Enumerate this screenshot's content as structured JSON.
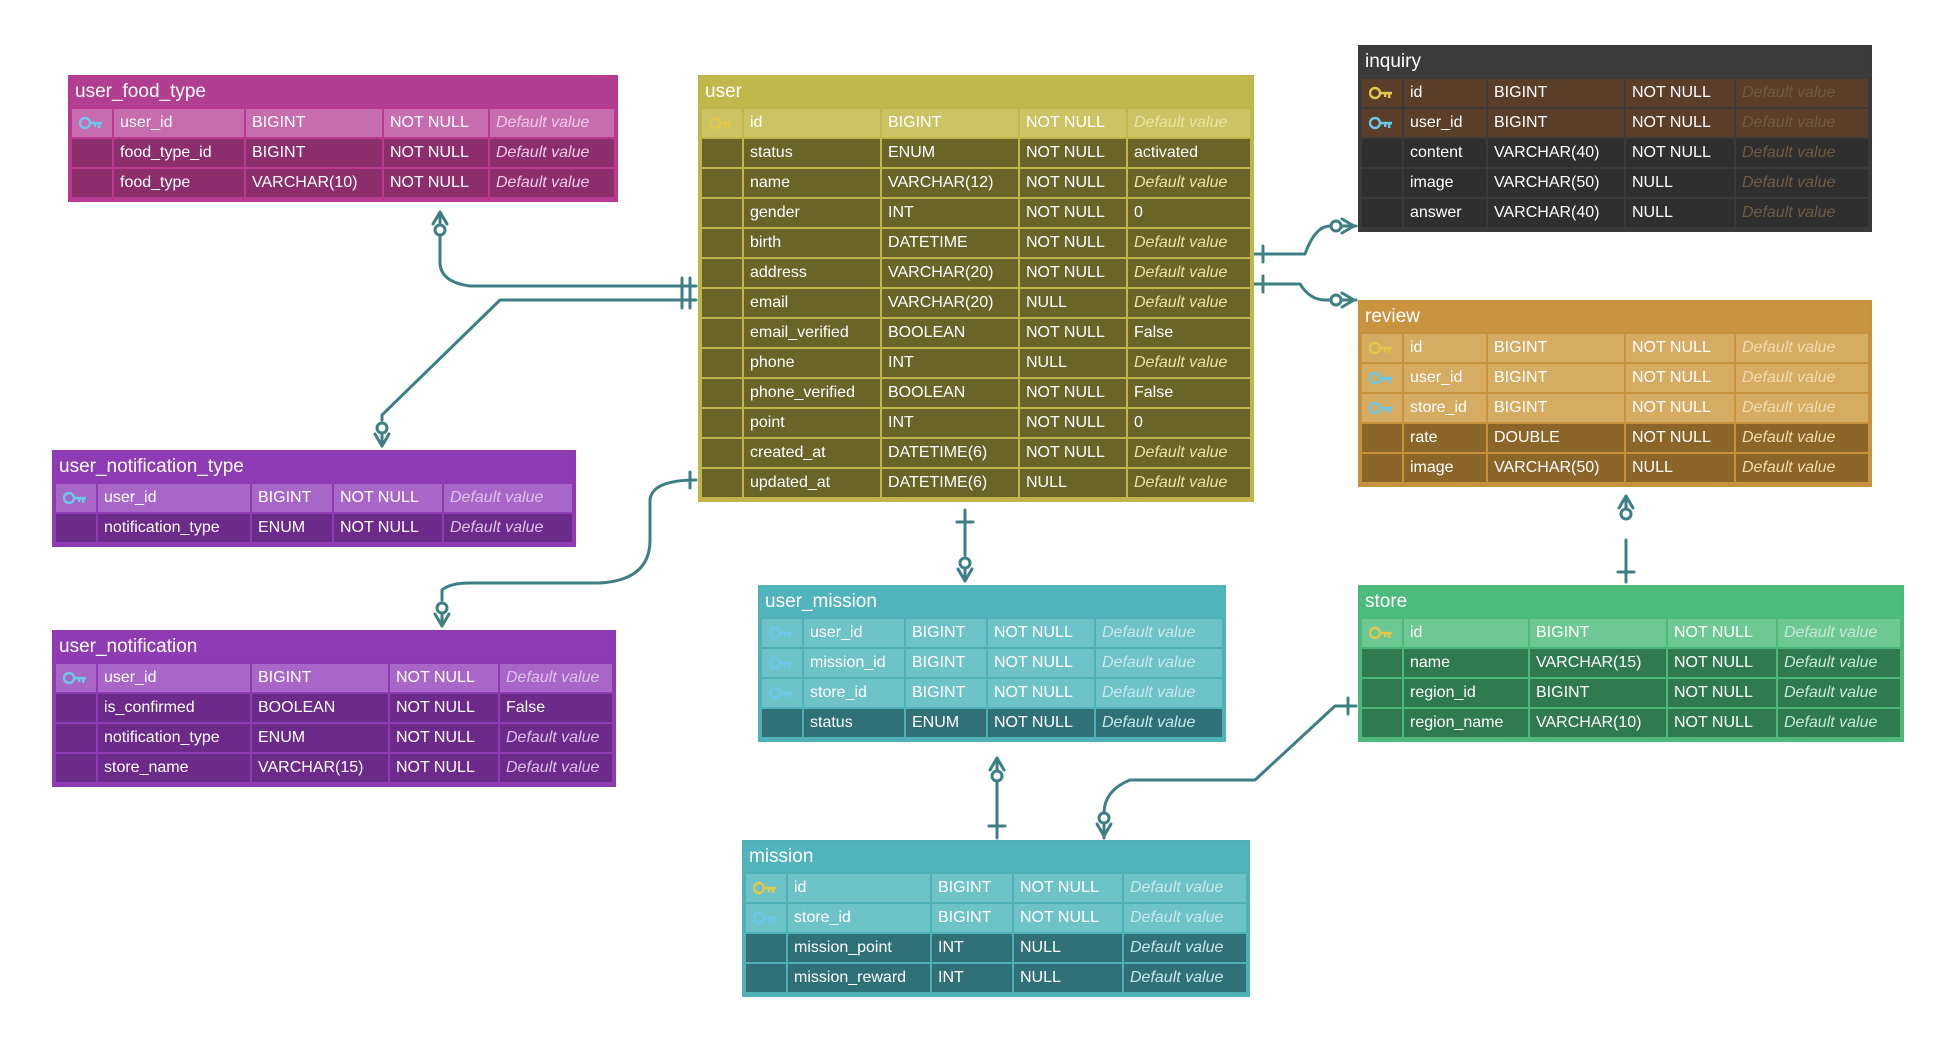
{
  "colors": {
    "user_food_type": {
      "accent": "#b8398f",
      "header": "#b23e91",
      "pk": "#c86cb0",
      "dark": "#8c2d6c",
      "ph": "#f1c9e6"
    },
    "user": {
      "accent": "#bfb54a",
      "header": "#c1b84c",
      "pk": "#ccc364",
      "dark": "#6a6428",
      "ph": "#e9e4a6"
    },
    "inquiry": {
      "accent": "#3a3a3a",
      "header": "#3b3b3b",
      "pk": "#5a3e2a",
      "dark": "#2f2f2f",
      "ph": "#6f5b44"
    },
    "review": {
      "accent": "#c7923e",
      "header": "#c99340",
      "pk": "#d6ab62",
      "dark": "#8c6529",
      "ph": "#f2dcaf"
    },
    "user_notification_type": {
      "accent": "#8e3ab3",
      "header": "#8f3bb4",
      "pk": "#a867c8",
      "dark": "#6c2a8a",
      "ph": "#dcc2ea"
    },
    "user_notification": {
      "accent": "#8e3ab3",
      "header": "#8f3bb4",
      "pk": "#a867c8",
      "dark": "#6c2a8a",
      "ph": "#dcc2ea"
    },
    "user_mission": {
      "accent": "#4fb0b8",
      "header": "#51b3bb",
      "pk": "#6ec3c9",
      "dark": "#2f7177",
      "ph": "#c7e8ea"
    },
    "mission": {
      "accent": "#4fb0b8",
      "header": "#51b3bb",
      "pk": "#6ec3c9",
      "dark": "#2f7177",
      "ph": "#c7e8ea"
    },
    "store": {
      "accent": "#4cb87a",
      "header": "#4dbb7c",
      "pk": "#6dc893",
      "dark": "#2f7a4f",
      "ph": "#c5ead4"
    },
    "edge": "#3e7f86",
    "key_pk": "#e2c84a",
    "key_fk": "#6cc7e8"
  },
  "tables": [
    {
      "id": "user_food_type",
      "title": "user_food_type",
      "rows": [
        {
          "key": "fk",
          "name": "user_id",
          "type": "BIGINT",
          "null": "NOT NULL",
          "default": "Default value"
        },
        {
          "key": "",
          "name": "food_type_id",
          "type": "BIGINT",
          "null": "NOT NULL",
          "default": "Default value"
        },
        {
          "key": "",
          "name": "food_type",
          "type": "VARCHAR(10)",
          "null": "NOT NULL",
          "default": "Default value"
        }
      ]
    },
    {
      "id": "user",
      "title": "user",
      "rows": [
        {
          "key": "pk",
          "name": "id",
          "type": "BIGINT",
          "null": "NOT NULL",
          "default": "Default value"
        },
        {
          "key": "",
          "name": "status",
          "type": "ENUM",
          "null": "NOT NULL",
          "default": "activated"
        },
        {
          "key": "",
          "name": "name",
          "type": "VARCHAR(12)",
          "null": "NOT NULL",
          "default": "Default value"
        },
        {
          "key": "",
          "name": "gender",
          "type": "INT",
          "null": "NOT NULL",
          "default": "0"
        },
        {
          "key": "",
          "name": "birth",
          "type": "DATETIME",
          "null": "NOT NULL",
          "default": "Default value"
        },
        {
          "key": "",
          "name": "address",
          "type": "VARCHAR(20)",
          "null": "NOT NULL",
          "default": "Default value"
        },
        {
          "key": "",
          "name": "email",
          "type": "VARCHAR(20)",
          "null": "NULL",
          "default": "Default value"
        },
        {
          "key": "",
          "name": "email_verified",
          "type": "BOOLEAN",
          "null": "NOT NULL",
          "default": "False"
        },
        {
          "key": "",
          "name": "phone",
          "type": "INT",
          "null": "NULL",
          "default": "Default value"
        },
        {
          "key": "",
          "name": "phone_verified",
          "type": "BOOLEAN",
          "null": "NOT NULL",
          "default": "False"
        },
        {
          "key": "",
          "name": "point",
          "type": "INT",
          "null": "NOT NULL",
          "default": "0"
        },
        {
          "key": "",
          "name": "created_at",
          "type": "DATETIME(6)",
          "null": "NOT NULL",
          "default": "Default value"
        },
        {
          "key": "",
          "name": "updated_at",
          "type": "DATETIME(6)",
          "null": "NULL",
          "default": "Default value"
        }
      ]
    },
    {
      "id": "inquiry",
      "title": "inquiry",
      "rows": [
        {
          "key": "pk",
          "name": "id",
          "type": "BIGINT",
          "null": "NOT NULL",
          "default": "Default value"
        },
        {
          "key": "fk",
          "name": "user_id",
          "type": "BIGINT",
          "null": "NOT NULL",
          "default": "Default value"
        },
        {
          "key": "",
          "name": "content",
          "type": "VARCHAR(40)",
          "null": "NOT NULL",
          "default": "Default value"
        },
        {
          "key": "",
          "name": "image",
          "type": "VARCHAR(50)",
          "null": "NULL",
          "default": "Default value"
        },
        {
          "key": "",
          "name": "answer",
          "type": "VARCHAR(40)",
          "null": "NULL",
          "default": "Default value"
        }
      ]
    },
    {
      "id": "review",
      "title": "review",
      "rows": [
        {
          "key": "pk",
          "name": "id",
          "type": "BIGINT",
          "null": "NOT NULL",
          "default": "Default value"
        },
        {
          "key": "fk",
          "name": "user_id",
          "type": "BIGINT",
          "null": "NOT NULL",
          "default": "Default value"
        },
        {
          "key": "fk",
          "name": "store_id",
          "type": "BIGINT",
          "null": "NOT NULL",
          "default": "Default value"
        },
        {
          "key": "",
          "name": "rate",
          "type": "DOUBLE",
          "null": "NOT NULL",
          "default": "Default value"
        },
        {
          "key": "",
          "name": "image",
          "type": "VARCHAR(50)",
          "null": "NULL",
          "default": "Default value"
        }
      ]
    },
    {
      "id": "user_notification_type",
      "title": "user_notification_type",
      "rows": [
        {
          "key": "fk",
          "name": "user_id",
          "type": "BIGINT",
          "null": "NOT NULL",
          "default": "Default value"
        },
        {
          "key": "",
          "name": "notification_type",
          "type": "ENUM",
          "null": "NOT NULL",
          "default": "Default value"
        }
      ]
    },
    {
      "id": "user_notification",
      "title": "user_notification",
      "rows": [
        {
          "key": "fk",
          "name": "user_id",
          "type": "BIGINT",
          "null": "NOT NULL",
          "default": "Default value"
        },
        {
          "key": "",
          "name": "is_confirmed",
          "type": "BOOLEAN",
          "null": "NOT NULL",
          "default": "False"
        },
        {
          "key": "",
          "name": "notification_type",
          "type": "ENUM",
          "null": "NOT NULL",
          "default": "Default value"
        },
        {
          "key": "",
          "name": "store_name",
          "type": "VARCHAR(15)",
          "null": "NOT NULL",
          "default": "Default value"
        }
      ]
    },
    {
      "id": "user_mission",
      "title": "user_mission",
      "rows": [
        {
          "key": "fk",
          "name": "user_id",
          "type": "BIGINT",
          "null": "NOT NULL",
          "default": "Default value"
        },
        {
          "key": "fk",
          "name": "mission_id",
          "type": "BIGINT",
          "null": "NOT NULL",
          "default": "Default value"
        },
        {
          "key": "fk",
          "name": "store_id",
          "type": "BIGINT",
          "null": "NOT NULL",
          "default": "Default value"
        },
        {
          "key": "",
          "name": "status",
          "type": "ENUM",
          "null": "NOT NULL",
          "default": "Default value"
        }
      ]
    },
    {
      "id": "mission",
      "title": "mission",
      "rows": [
        {
          "key": "pk",
          "name": "id",
          "type": "BIGINT",
          "null": "NOT NULL",
          "default": "Default value"
        },
        {
          "key": "fk",
          "name": "store_id",
          "type": "BIGINT",
          "null": "NOT NULL",
          "default": "Default value"
        },
        {
          "key": "",
          "name": "mission_point",
          "type": "INT",
          "null": "NULL",
          "default": "Default value"
        },
        {
          "key": "",
          "name": "mission_reward",
          "type": "INT",
          "null": "NULL",
          "default": "Default value"
        }
      ]
    },
    {
      "id": "store",
      "title": "store",
      "rows": [
        {
          "key": "pk",
          "name": "id",
          "type": "BIGINT",
          "null": "NOT NULL",
          "default": "Default value"
        },
        {
          "key": "",
          "name": "name",
          "type": "VARCHAR(15)",
          "null": "NOT NULL",
          "default": "Default value"
        },
        {
          "key": "",
          "name": "region_id",
          "type": "BIGINT",
          "null": "NOT NULL",
          "default": "Default value"
        },
        {
          "key": "",
          "name": "region_name",
          "type": "VARCHAR(10)",
          "null": "NOT NULL",
          "default": "Default value"
        }
      ]
    }
  ]
}
